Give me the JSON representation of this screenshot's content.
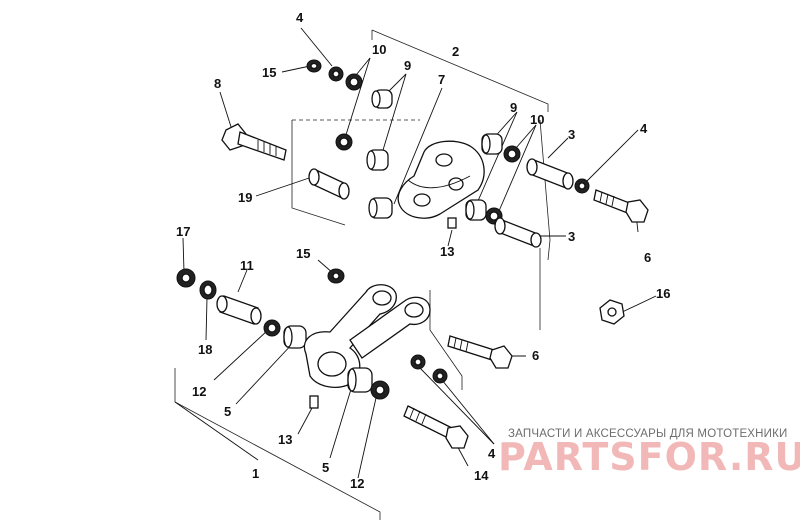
{
  "callouts": [
    "1",
    "2",
    "3",
    "3",
    "4",
    "4",
    "4",
    "5",
    "5",
    "6",
    "6",
    "7",
    "8",
    "9",
    "9",
    "10",
    "10",
    "11",
    "12",
    "12",
    "13",
    "13",
    "14",
    "15",
    "15",
    "16",
    "17",
    "18",
    "19"
  ],
  "watermark": {
    "line1": "ЗАПЧАСТИ И АКСЕССУАРЫ ДЛЯ МОТОТЕХНИКИ",
    "line2": "PARTSFOR.RU"
  }
}
